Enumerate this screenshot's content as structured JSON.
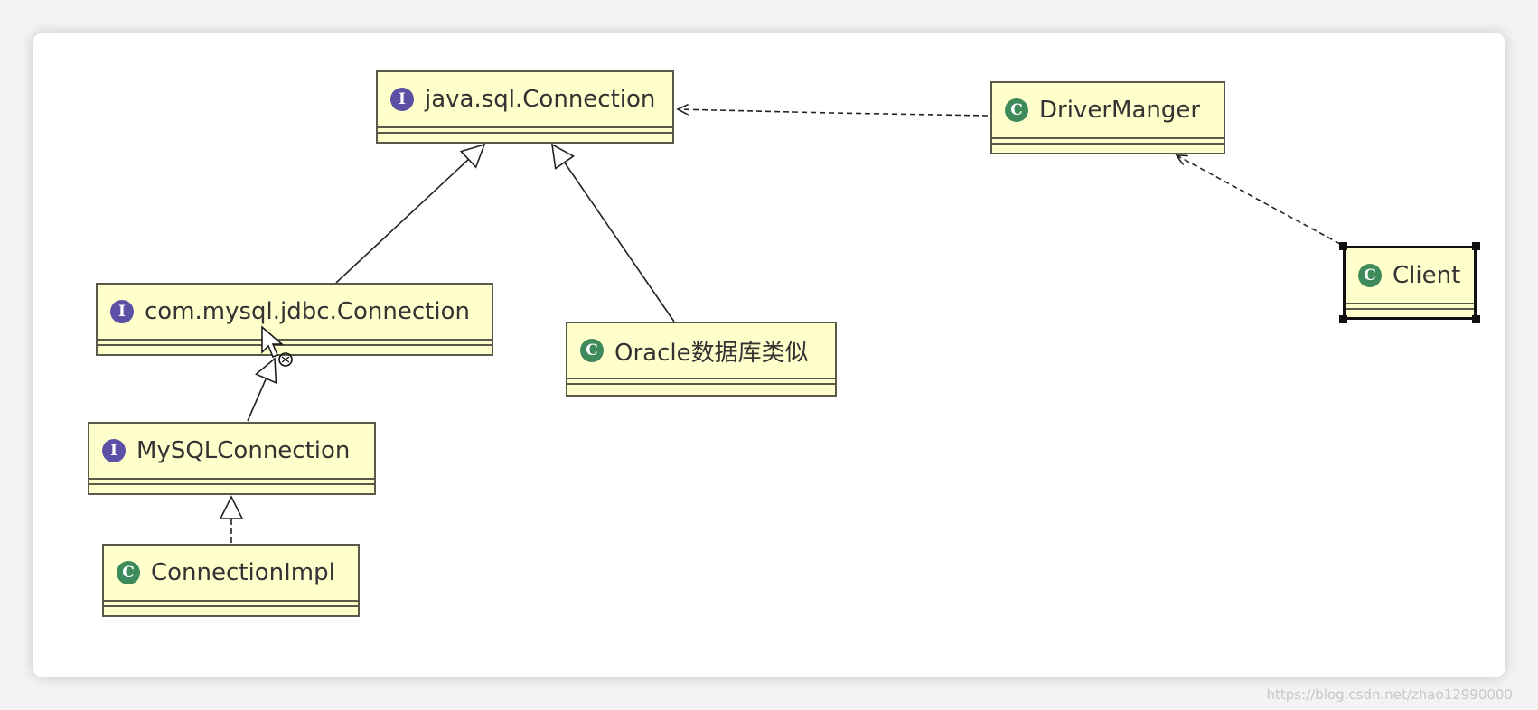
{
  "diagram": {
    "nodes": [
      {
        "id": "java-sql-connection",
        "kind": "interface",
        "badge": "I",
        "name": "java.sql.Connection"
      },
      {
        "id": "driver-manger",
        "kind": "class",
        "badge": "C",
        "name": "DriverManger"
      },
      {
        "id": "client",
        "kind": "class",
        "badge": "C",
        "name": "Client"
      },
      {
        "id": "com-mysql-jdbc-connection",
        "kind": "interface",
        "badge": "I",
        "name": "com.mysql.jdbc.Connection"
      },
      {
        "id": "oracle-class",
        "kind": "class",
        "badge": "C",
        "name": "Oracle数据库类似"
      },
      {
        "id": "mysqlconnection",
        "kind": "interface",
        "badge": "I",
        "name": "MySQLConnection"
      },
      {
        "id": "connectionimpl",
        "kind": "class",
        "badge": "C",
        "name": "ConnectionImpl"
      }
    ],
    "edges": [
      {
        "from": "driver-manger",
        "to": "java-sql-connection",
        "type": "dependency"
      },
      {
        "from": "client",
        "to": "driver-manger",
        "type": "dependency"
      },
      {
        "from": "com-mysql-jdbc-connection",
        "to": "java-sql-connection",
        "type": "generalization"
      },
      {
        "from": "oracle-class",
        "to": "java-sql-connection",
        "type": "generalization"
      },
      {
        "from": "mysqlconnection",
        "to": "com-mysql-jdbc-connection",
        "type": "generalization"
      },
      {
        "from": "connectionimpl",
        "to": "mysqlconnection",
        "type": "realization"
      }
    ],
    "selected": "client",
    "colors": {
      "interface_badge": "#5b4fa6",
      "class_badge": "#3f8a5a",
      "box_fill": "#ffffcc",
      "box_border": "#5a5a4a"
    }
  },
  "watermark": "https://blog.csdn.net/zhao12990000"
}
